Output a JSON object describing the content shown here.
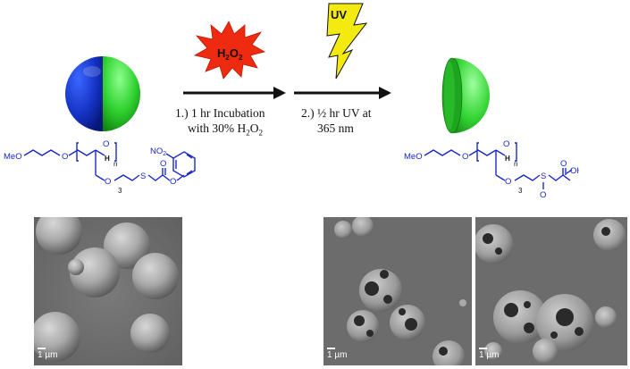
{
  "burst_label": {
    "main": "H",
    "sub1": "2",
    "mid": "O",
    "sub2": "2"
  },
  "uv_label": "UV",
  "step1": {
    "line1": "1.) 1 hr Incubation",
    "line2_prefix": "with 30% H",
    "sub1": "2",
    "mid": "O",
    "sub2": "2"
  },
  "step2": {
    "line1": "2.) ½ hr UV at",
    "line2": "365 nm"
  },
  "scale_label": "1 µm",
  "chem_left": {
    "meo": "MeO",
    "o1": "O",
    "o2": "O",
    "o3": "O",
    "h": "H",
    "n": "n",
    "three": "3",
    "s": "S",
    "o_carbonyl": "O",
    "o_ester": "O",
    "no2": "NO",
    "no2_sub": "2"
  },
  "chem_right": {
    "meo": "MeO",
    "o1": "O",
    "o2": "O",
    "o3": "O",
    "h": "H",
    "n": "n",
    "three": "3",
    "s": "S",
    "o_sulfoxide": "O",
    "o_carbonyl": "O",
    "oh": "OH"
  },
  "colors": {
    "blue_hemisphere": "#1a3fd6",
    "green_hemisphere": "#2fd12f",
    "burst": "#ee2a10",
    "bolt": "#f3ea10",
    "chem_blue": "#1a28c8"
  }
}
